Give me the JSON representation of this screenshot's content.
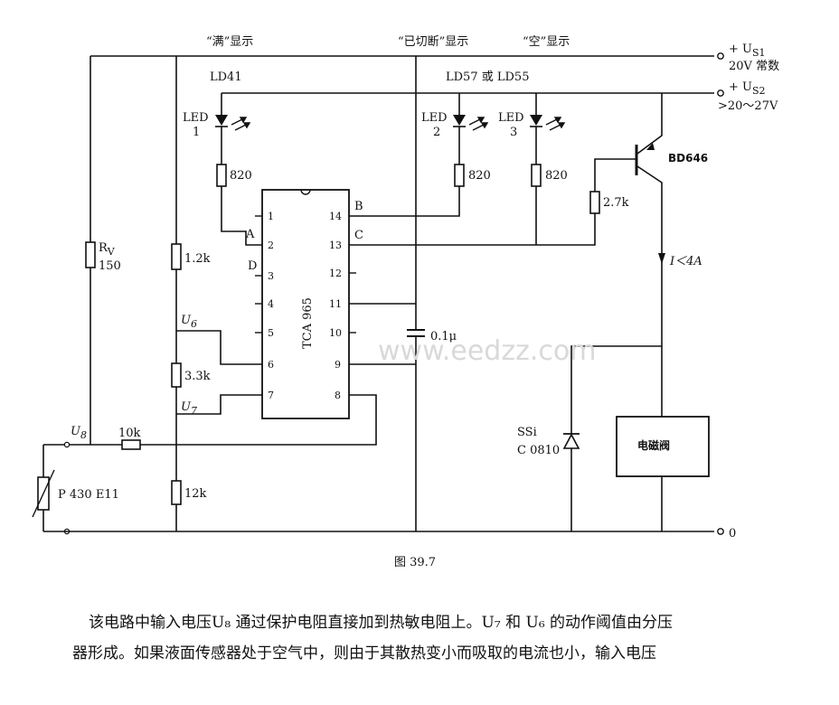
{
  "diagram": {
    "top_labels": {
      "full_display": "“满”显示",
      "cut_display": "“已切断”显示",
      "empty_display": "“空”显示"
    },
    "supply1": {
      "label": "+ U",
      "sub": "S1",
      "value": "20V 常数"
    },
    "supply2": {
      "label": "+ U",
      "sub": "S2",
      "value": ">20～27V"
    },
    "ground": "0",
    "ld41": "LD41",
    "ld57_55": "LD57  或  LD55",
    "led1": {
      "name": "LED",
      "num": "1"
    },
    "led2": {
      "name": "LED",
      "num": "2"
    },
    "led3": {
      "name": "LED",
      "num": "3"
    },
    "r_led1": "820",
    "r_led2": "820",
    "r_led3": "820",
    "rv": {
      "name": "R",
      "sub": "V",
      "value": "150"
    },
    "r_12k": "1.2k",
    "r_33k": "3.3k",
    "r_12kb": "12k",
    "r_10k": "10k",
    "r_27k": "2.7k",
    "u6": {
      "name": "U",
      "sub": "6"
    },
    "u7": {
      "name": "U",
      "sub": "7"
    },
    "u8": {
      "name": "U",
      "sub": "8"
    },
    "ic": {
      "name": "TCA 965",
      "left_pins": [
        "1",
        "2",
        "3",
        "4",
        "5",
        "6",
        "7"
      ],
      "right_pins": [
        "14",
        "13",
        "12",
        "11",
        "10",
        "9",
        "8"
      ]
    },
    "node_a": "A",
    "node_b": "B",
    "node_c": "C",
    "node_d": "D",
    "cap": "0.1μ",
    "transistor": "BD646",
    "current": "I＜4A",
    "zener": {
      "line1": "SSi",
      "line2": "C 0810"
    },
    "valve": "电磁阀",
    "thermistor": "P 430 E11",
    "watermark": "www.eedzz.com"
  },
  "figure_caption": "图 39.7",
  "paragraph": {
    "line1": "该电路中输入电压U₈ 通过保护电阻直接加到热敏电阻上。U₇ 和 U₆ 的动作阈值由分压",
    "line2": "器形成。如果液面传感器处于空气中，则由于其散热变小而吸取的电流也小，输入电压"
  }
}
